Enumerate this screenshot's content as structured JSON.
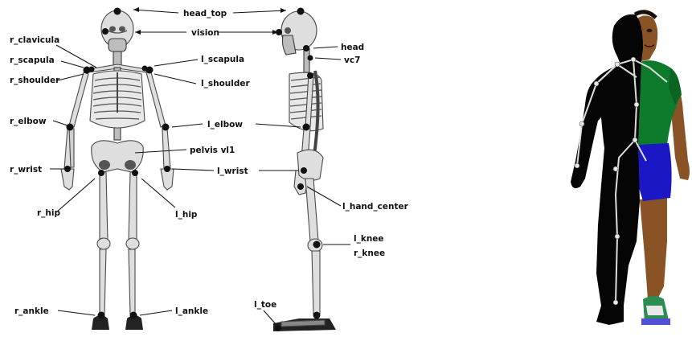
{
  "front_labels": {
    "head_top": "head_top",
    "vision": "vision",
    "r_clavicula": "r_clavicula",
    "r_scapula": "r_scapula",
    "r_shoulder": "r_shoulder",
    "l_scapula": "l_scapula",
    "l_shoulder": "l_shoulder",
    "r_elbow": "r_elbow",
    "l_elbow": "l_elbow",
    "pelvis": "pelvis vl1",
    "r_wrist": "r_wrist",
    "l_wrist": "l_wrist",
    "r_hip": "r_hip",
    "l_hip": "l_hip",
    "r_ankle": "r_ankle",
    "l_ankle": "l_ankle"
  },
  "side_labels": {
    "head": "head",
    "vc7": "vc7",
    "l_hand_center": "l_hand_center",
    "l_knee": "l_knee",
    "r_knee": "r_knee",
    "l_toe": "l_toe"
  },
  "colors": {
    "shirt": "#0e7a2c",
    "shorts": "#1b17c4",
    "skin": "#8a5326",
    "silhouette": "#050505",
    "bone": "#dedede",
    "joint_marker": "#111111",
    "skeleton_overlay": "#dddddd"
  }
}
